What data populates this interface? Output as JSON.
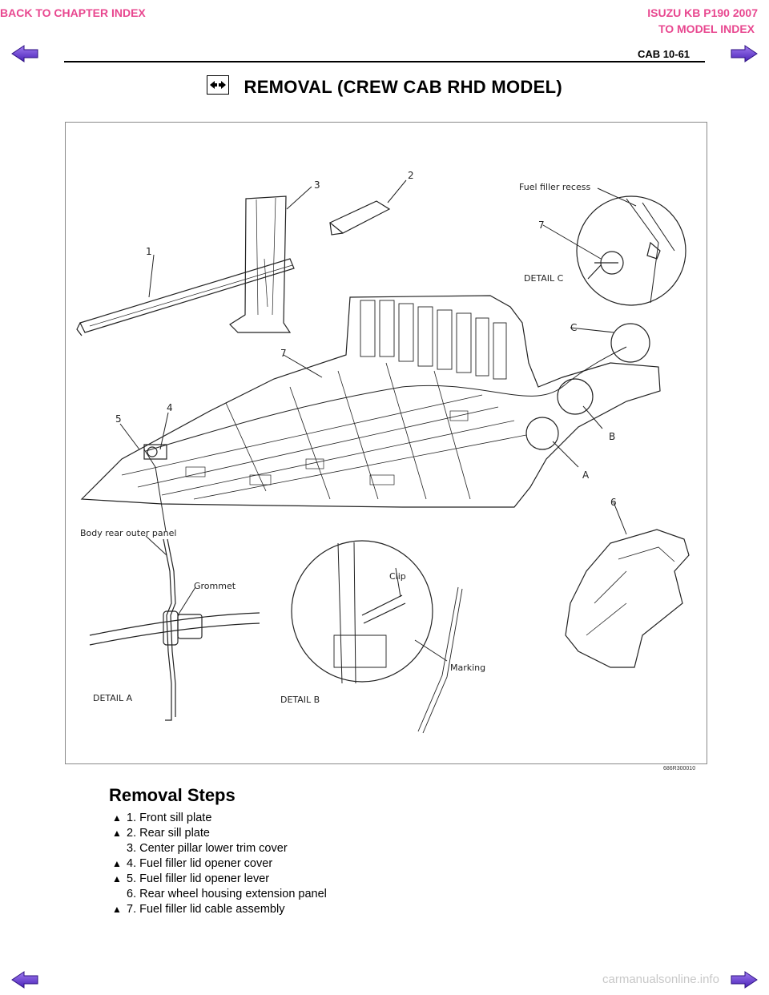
{
  "header": {
    "back_chapter": "BACK TO CHAPTER INDEX",
    "manual_title": "ISUZU KB P190 2007",
    "to_model": "TO MODEL INDEX",
    "page_label": "CAB  10-61"
  },
  "section": {
    "title": "REMOVAL (CREW CAB RHD MODEL)",
    "icon": "removal-arrows-icon"
  },
  "figure": {
    "code": "686R300010",
    "labels": {
      "n1": "1",
      "n2": "2",
      "n3": "3",
      "n4": "4",
      "n5": "5",
      "n6": "6",
      "n7a": "7",
      "n7b": "7",
      "A": "A",
      "B": "B",
      "C": "C",
      "fuel_filler_recess": "Fuel filler recess",
      "detail_c": "DETAIL C",
      "body_rear_outer_panel": "Body rear outer panel",
      "grommet": "Grommet",
      "detail_a": "DETAIL A",
      "clip": "Clip",
      "marking": "Marking",
      "detail_b": "DETAIL B"
    }
  },
  "removal": {
    "heading": "Removal Steps",
    "marker": "▲",
    "steps": [
      {
        "text": "1. Front sill plate",
        "marked": true
      },
      {
        "text": "2. Rear sill plate",
        "marked": true
      },
      {
        "text": "3. Center pillar lower trim cover",
        "marked": false
      },
      {
        "text": "4. Fuel filler lid opener cover",
        "marked": true
      },
      {
        "text": "5. Fuel filler lid opener lever",
        "marked": true
      },
      {
        "text": "6. Rear wheel housing extension panel",
        "marked": false
      },
      {
        "text": "7. Fuel filler lid cable assembly",
        "marked": true
      }
    ]
  },
  "footer": {
    "watermark": "carmanualsonline.info"
  },
  "colors": {
    "link_pink": "#e8478f",
    "nav_arrow": "#6b3fd6"
  }
}
